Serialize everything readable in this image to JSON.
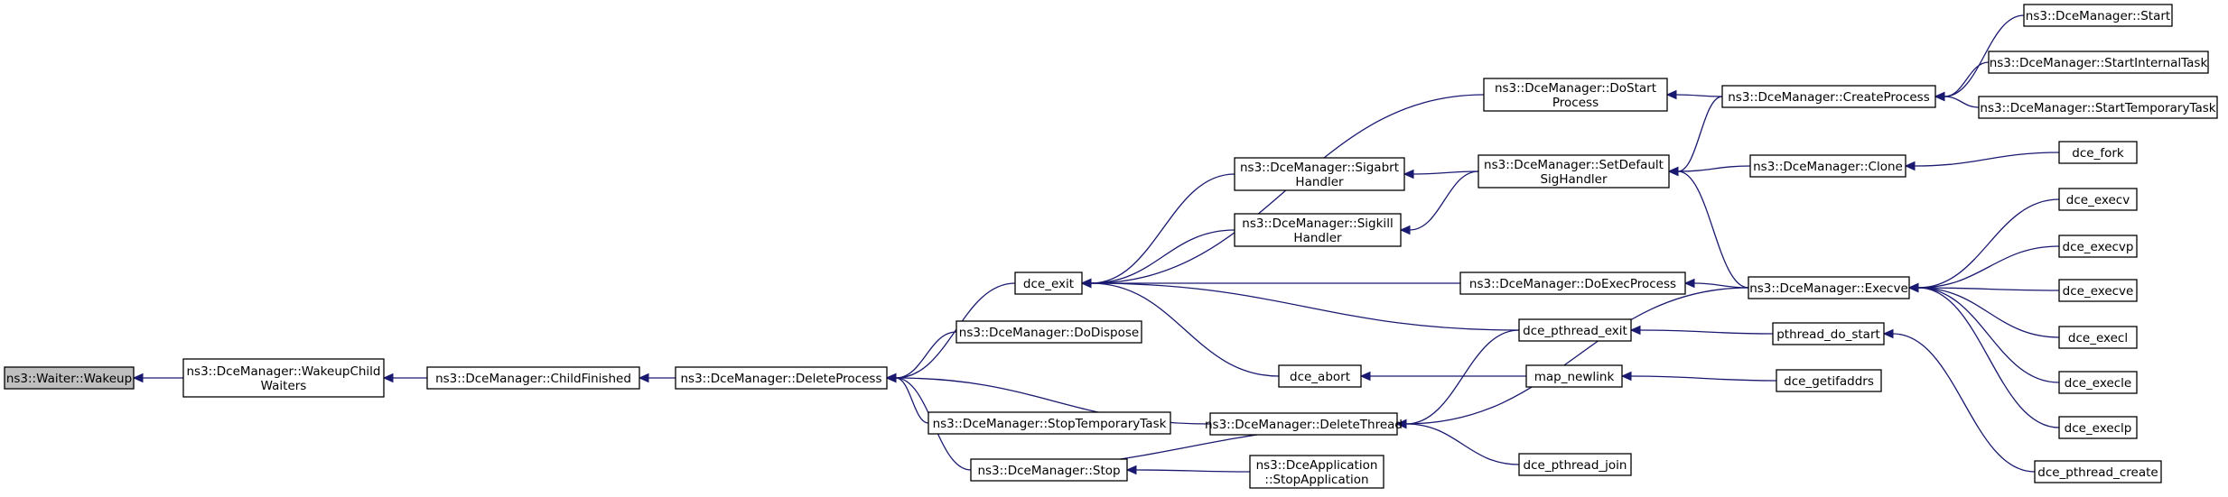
{
  "diagram": {
    "title": "",
    "colors": {
      "edge": "#191970",
      "root_fill": "#bfbfbf",
      "node_fill": "#ffffff",
      "node_border": "#000000"
    },
    "nodes": {
      "waiter_wakeup": {
        "lines": [
          "ns3::Waiter::Wakeup"
        ]
      },
      "wakeup_child_waiters": {
        "lines": [
          "ns3::DceManager::WakeupChild",
          "Waiters"
        ]
      },
      "child_finished": {
        "lines": [
          "ns3::DceManager::ChildFinished"
        ]
      },
      "delete_process": {
        "lines": [
          "ns3::DceManager::DeleteProcess"
        ]
      },
      "dce_exit": {
        "lines": [
          "dce_exit"
        ]
      },
      "do_dispose": {
        "lines": [
          "ns3::DceManager::DoDispose"
        ]
      },
      "stop_temporary_task": {
        "lines": [
          "ns3::DceManager::StopTemporaryTask"
        ]
      },
      "stop": {
        "lines": [
          "ns3::DceManager::Stop"
        ]
      },
      "delete_thread": {
        "lines": [
          "ns3::DceManager::DeleteThread"
        ]
      },
      "dce_abort": {
        "lines": [
          "dce_abort"
        ]
      },
      "sigabrt_handler": {
        "lines": [
          "ns3::DceManager::Sigabrt",
          "Handler"
        ]
      },
      "sigkill_handler": {
        "lines": [
          "ns3::DceManager::Sigkill",
          "Handler"
        ]
      },
      "do_start_process": {
        "lines": [
          "ns3::DceManager::DoStart",
          "Process"
        ]
      },
      "do_exec_process": {
        "lines": [
          "ns3::DceManager::DoExecProcess"
        ]
      },
      "set_default_sighandler": {
        "lines": [
          "ns3::DceManager::SetDefault",
          "SigHandler"
        ]
      },
      "dce_pthread_exit": {
        "lines": [
          "dce_pthread_exit"
        ]
      },
      "map_newlink": {
        "lines": [
          "map_newlink"
        ]
      },
      "dce_pthread_join": {
        "lines": [
          "dce_pthread_join"
        ]
      },
      "stop_application": {
        "lines": [
          "ns3::DceApplication",
          "::StopApplication"
        ]
      },
      "create_process": {
        "lines": [
          "ns3::DceManager::CreateProcess"
        ]
      },
      "clone": {
        "lines": [
          "ns3::DceManager::Clone"
        ]
      },
      "execve": {
        "lines": [
          "ns3::DceManager::Execve"
        ]
      },
      "pthread_do_start": {
        "lines": [
          "pthread_do_start"
        ]
      },
      "dce_getifaddrs": {
        "lines": [
          "dce_getifaddrs"
        ]
      },
      "start": {
        "lines": [
          "ns3::DceManager::Start"
        ]
      },
      "start_internal_task": {
        "lines": [
          "ns3::DceManager::StartInternalTask"
        ]
      },
      "start_temporary_task": {
        "lines": [
          "ns3::DceManager::StartTemporaryTask"
        ]
      },
      "dce_fork": {
        "lines": [
          "dce_fork"
        ]
      },
      "dce_execv": {
        "lines": [
          "dce_execv"
        ]
      },
      "dce_execvp": {
        "lines": [
          "dce_execvp"
        ]
      },
      "dce_execve": {
        "lines": [
          "dce_execve"
        ]
      },
      "dce_execl": {
        "lines": [
          "dce_execl"
        ]
      },
      "dce_execle": {
        "lines": [
          "dce_execle"
        ]
      },
      "dce_execlp": {
        "lines": [
          "dce_execlp"
        ]
      },
      "dce_pthread_create": {
        "lines": [
          "dce_pthread_create"
        ]
      }
    },
    "edges": [
      {
        "from": "wakeup_child_waiters",
        "to": "waiter_wakeup"
      },
      {
        "from": "child_finished",
        "to": "wakeup_child_waiters"
      },
      {
        "from": "delete_process",
        "to": "child_finished"
      },
      {
        "from": "dce_exit",
        "to": "delete_process"
      },
      {
        "from": "do_dispose",
        "to": "delete_process"
      },
      {
        "from": "stop_temporary_task",
        "to": "delete_process"
      },
      {
        "from": "stop",
        "to": "delete_process"
      },
      {
        "from": "delete_thread",
        "to": "delete_process"
      },
      {
        "from": "dce_abort",
        "to": "dce_exit"
      },
      {
        "from": "sigabrt_handler",
        "to": "dce_exit"
      },
      {
        "from": "sigkill_handler",
        "to": "dce_exit"
      },
      {
        "from": "do_start_process",
        "to": "dce_exit"
      },
      {
        "from": "do_exec_process",
        "to": "dce_exit"
      },
      {
        "from": "dce_pthread_exit",
        "to": "dce_exit"
      },
      {
        "from": "stop",
        "to": "delete_thread"
      },
      {
        "from": "dce_pthread_exit",
        "to": "delete_thread"
      },
      {
        "from": "dce_pthread_join",
        "to": "delete_thread"
      },
      {
        "from": "execve",
        "to": "delete_thread"
      },
      {
        "from": "stop_application",
        "to": "stop"
      },
      {
        "from": "map_newlink",
        "to": "dce_abort"
      },
      {
        "from": "set_default_sighandler",
        "to": "sigabrt_handler"
      },
      {
        "from": "set_default_sighandler",
        "to": "sigkill_handler"
      },
      {
        "from": "create_process",
        "to": "do_start_process"
      },
      {
        "from": "execve",
        "to": "do_exec_process"
      },
      {
        "from": "create_process",
        "to": "set_default_sighandler"
      },
      {
        "from": "clone",
        "to": "set_default_sighandler"
      },
      {
        "from": "execve",
        "to": "set_default_sighandler"
      },
      {
        "from": "pthread_do_start",
        "to": "dce_pthread_exit"
      },
      {
        "from": "dce_getifaddrs",
        "to": "map_newlink"
      },
      {
        "from": "start",
        "to": "create_process"
      },
      {
        "from": "start_internal_task",
        "to": "create_process"
      },
      {
        "from": "start_temporary_task",
        "to": "create_process"
      },
      {
        "from": "dce_fork",
        "to": "clone"
      },
      {
        "from": "dce_execv",
        "to": "execve"
      },
      {
        "from": "dce_execvp",
        "to": "execve"
      },
      {
        "from": "dce_execve",
        "to": "execve"
      },
      {
        "from": "dce_execl",
        "to": "execve"
      },
      {
        "from": "dce_execle",
        "to": "execve"
      },
      {
        "from": "dce_execlp",
        "to": "execve"
      },
      {
        "from": "dce_pthread_create",
        "to": "pthread_do_start"
      }
    ]
  }
}
